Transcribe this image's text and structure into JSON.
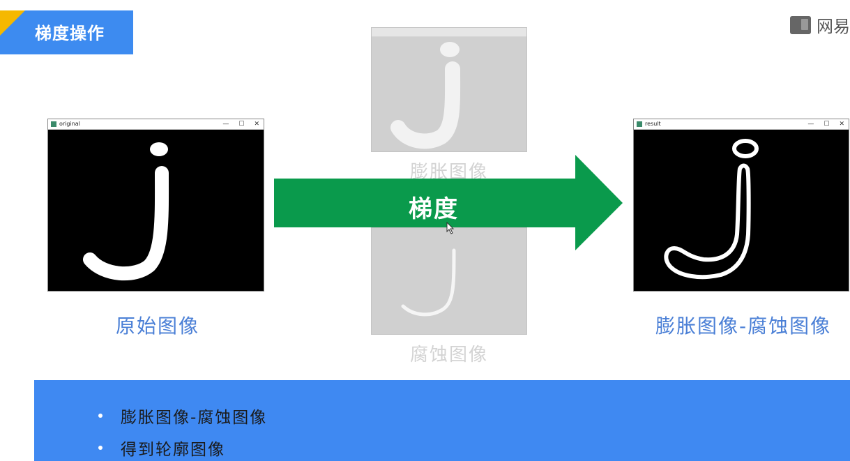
{
  "header": {
    "title": "梯度操作",
    "brand": "网易"
  },
  "windows": {
    "original": {
      "title": "original",
      "min": "—",
      "max": "☐",
      "close": "✕"
    },
    "result": {
      "title": "result",
      "min": "—",
      "max": "☐",
      "close": "✕"
    }
  },
  "captions": {
    "original": "原始图像",
    "dilate": "膨胀图像",
    "erode": "腐蚀图像",
    "result": "膨胀图像-腐蚀图像"
  },
  "arrow": {
    "label": "梯度",
    "color": "#0a9a4c"
  },
  "bottom": {
    "items": [
      "膨胀图像-腐蚀图像",
      "得到轮廓图像"
    ]
  },
  "colors": {
    "accent": "#3d8bf0",
    "corner": "#f5b800",
    "caption": "#4a7fd6"
  }
}
